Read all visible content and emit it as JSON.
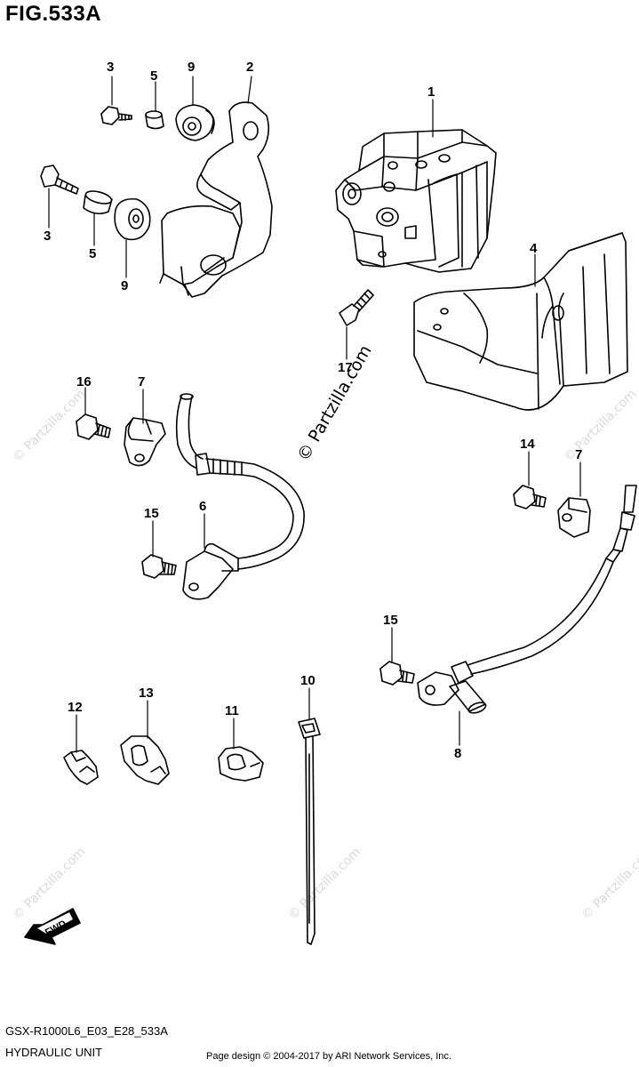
{
  "figure": {
    "title": "FIG.533A",
    "model_code": "GSX-R1000L6_E03_E28_533A",
    "section_name": "HYDRAULIC UNIT",
    "credit": "Page design © 2004-2017 by ARI Network Services, Inc."
  },
  "watermark": {
    "main": "© Partzilla.com",
    "repeat": "© Partzilla.com"
  },
  "fwd_label": "FWD",
  "callouts": {
    "c1": "1",
    "c2": "2",
    "c3a": "3",
    "c3b": "3",
    "c4": "4",
    "c5a": "5",
    "c5b": "5",
    "c6": "6",
    "c7a": "7",
    "c7b": "7",
    "c8": "8",
    "c9a": "9",
    "c9b": "9",
    "c10": "10",
    "c11": "11",
    "c12": "12",
    "c13": "13",
    "c14": "14",
    "c15a": "15",
    "c15b": "15",
    "c16": "16",
    "c17": "17"
  },
  "colors": {
    "line": "#000000",
    "watermark": "#d9d9d9"
  }
}
